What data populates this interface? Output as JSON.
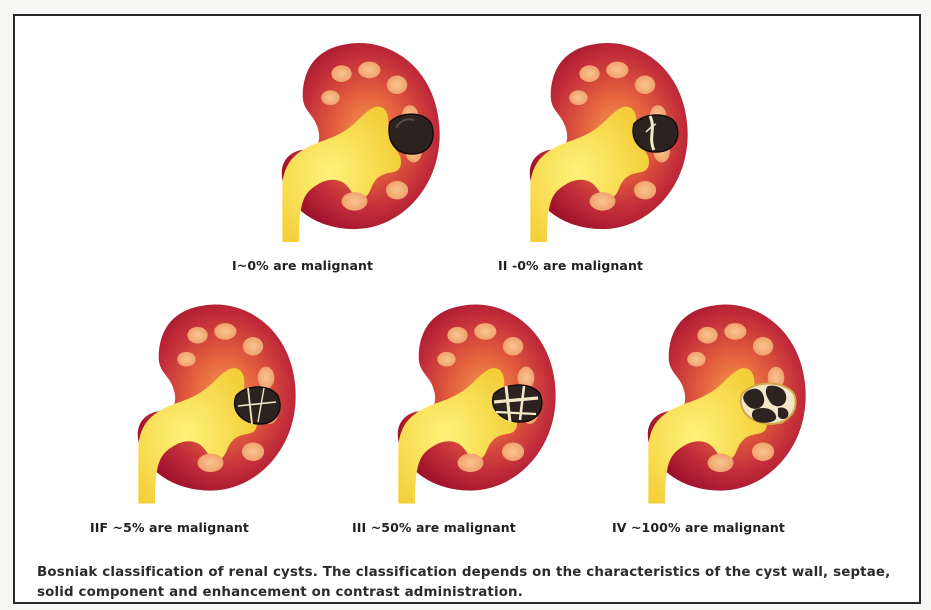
{
  "figure": {
    "panels": [
      {
        "id": "I",
        "label": "I~0% are malignant",
        "cyst": "simple"
      },
      {
        "id": "II",
        "label": "II -0% are malignant",
        "cyst": "thin-septum"
      },
      {
        "id": "IIF",
        "label": "IIF ~5% are malignant",
        "cyst": "multiple-septa"
      },
      {
        "id": "III",
        "label": "III ~50% are malignant",
        "cyst": "thick-septa"
      },
      {
        "id": "IV",
        "label": "IV ~100% are malignant",
        "cyst": "solid-enhancing"
      }
    ],
    "caption": "Bosniak classification of renal cysts. The classification depends on the characteristics of the cyst wall, septae, solid component and enhancement on contrast administration."
  },
  "colors": {
    "kidney_outer": "#a3122c",
    "kidney_mid": "#c83a3c",
    "cortex_glow": "#f08a4a",
    "pelvis": "#f7e24a",
    "calyx": "#f4b07a",
    "cyst": "#2c2320",
    "septa": "#f3e7c8"
  }
}
